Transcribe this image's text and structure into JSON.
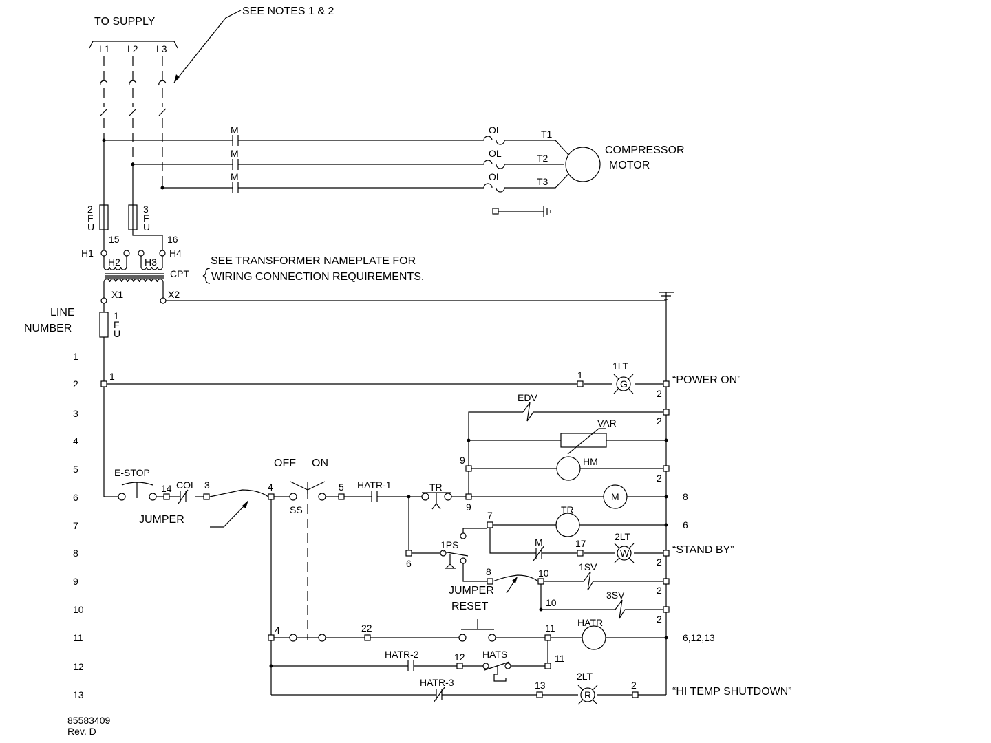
{
  "notes": {
    "to_supply": "TO SUPPLY",
    "see_notes": "SEE NOTES 1 & 2",
    "transformer_1": "SEE TRANSFORMER NAMEPLATE FOR",
    "transformer_2": "WIRING CONNECTION REQUIREMENTS."
  },
  "supply": {
    "l1": "L1",
    "l2": "L2",
    "l3": "L3"
  },
  "motor": {
    "contact": "M",
    "overload": "OL",
    "t1": "T1",
    "t2": "T2",
    "t3": "T3",
    "name_1": "COMPRESSOR",
    "name_2": "MOTOR"
  },
  "fuses": {
    "fu2": [
      "2",
      "F",
      "U"
    ],
    "fu3": [
      "3",
      "F",
      "U"
    ],
    "fu1": [
      "1",
      "F",
      "U"
    ]
  },
  "transformer": {
    "h1": "H1",
    "h2": "H2",
    "h3": "H3",
    "h4": "H4",
    "cpt": "CPT",
    "x1": "X1",
    "x2": "X2",
    "wire15": "15",
    "wire16": "16"
  },
  "line_number_header": [
    "LINE",
    "NUMBER"
  ],
  "line_numbers": [
    "1",
    "2",
    "3",
    "4",
    "5",
    "6",
    "7",
    "8",
    "9",
    "10",
    "11",
    "12",
    "13"
  ],
  "wires": {
    "w1a": "1",
    "w1b": "1",
    "w2": "2",
    "w14": "14",
    "w3": "3",
    "w4": "4",
    "w5": "5",
    "w9": "9",
    "w7": "7",
    "w6": "6",
    "w17": "17",
    "w8": "8",
    "w10": "10",
    "w22": "22",
    "w11": "11",
    "w12": "12",
    "w13": "13"
  },
  "components": {
    "lt1": "1LT",
    "lamp_g": "G",
    "edv": "EDV",
    "var": "VAR",
    "hm": "HM",
    "estop": "E-STOP",
    "col": "COL",
    "jumper": "JUMPER",
    "off": "OFF",
    "on": "ON",
    "ss": "SS",
    "hatr1": "HATR-1",
    "tr": "TR",
    "motor_m": "M",
    "lt2": "2LT",
    "lamp_w": "W",
    "ps1": "1PS",
    "sv1": "1SV",
    "sv3": "3SV",
    "reset": "RESET",
    "hatr": "HATR",
    "hatr2": "HATR-2",
    "hats": "HATS",
    "hatr3": "HATR-3",
    "lamp_r": "R"
  },
  "right_labels": {
    "power_on": "“POWER ON”",
    "ref8": "8",
    "ref6": "6",
    "stand_by": "“STAND BY”",
    "ref_6_12_13": "6,12,13",
    "hi_temp": "“HI TEMP SHUTDOWN”"
  },
  "footer": {
    "drawing_number": "85583409",
    "revision": "Rev. D"
  }
}
